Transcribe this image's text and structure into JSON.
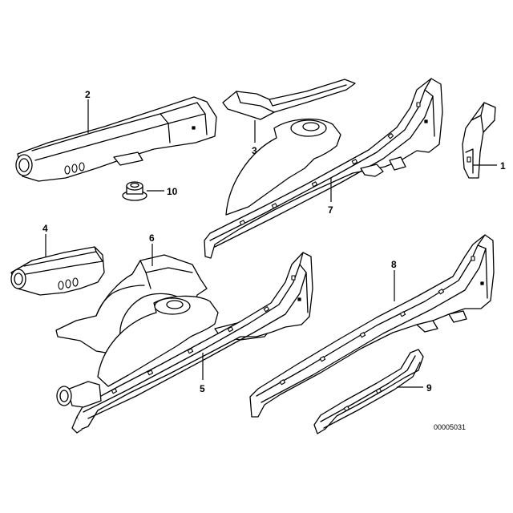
{
  "diagram": {
    "callouts": [
      {
        "label": "1"
      },
      {
        "label": "2"
      },
      {
        "label": "3"
      },
      {
        "label": "4"
      },
      {
        "label": "5"
      },
      {
        "label": "6"
      },
      {
        "label": "7"
      },
      {
        "label": "8"
      },
      {
        "label": "9"
      },
      {
        "label": "10"
      }
    ],
    "catalog_number": "00005031"
  },
  "colors": {
    "background": "#ffffff",
    "line": "#000000"
  }
}
